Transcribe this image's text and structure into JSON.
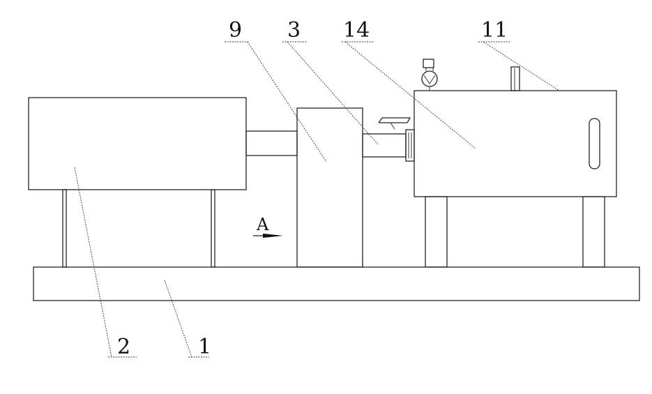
{
  "diagram": {
    "labels": {
      "base": "1",
      "left_block": "2",
      "shaft": "3",
      "middle_block": "9",
      "right_box": "11",
      "right_inner": "14"
    },
    "view_marker": "A"
  }
}
